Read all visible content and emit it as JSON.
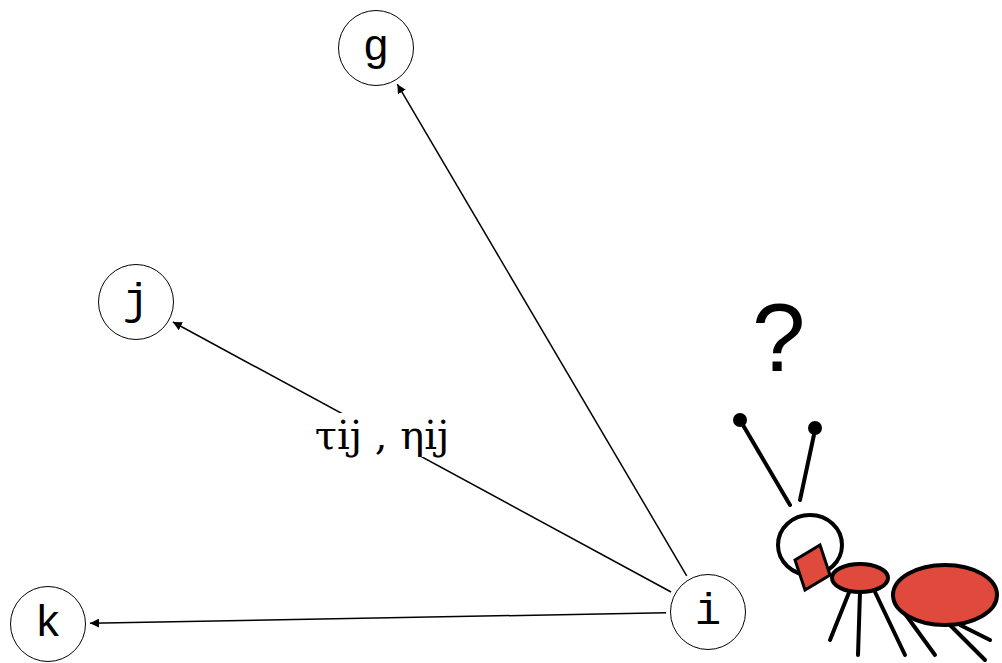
{
  "diagram": {
    "nodes": [
      {
        "text": [
          "g"
        ]
      },
      {
        "text": [
          "j"
        ]
      },
      {
        "text": [
          "k"
        ]
      },
      {
        "text": [
          "i"
        ]
      }
    ],
    "edges": [
      {
        "from": 3,
        "to": 0,
        "arrow": "to"
      },
      {
        "from": 3,
        "to": 1,
        "label": "τij , ηij",
        "arrow": "to"
      },
      {
        "from": 3,
        "to": 2,
        "arrow": "to"
      }
    ],
    "labels": [
      "?"
    ]
  }
}
